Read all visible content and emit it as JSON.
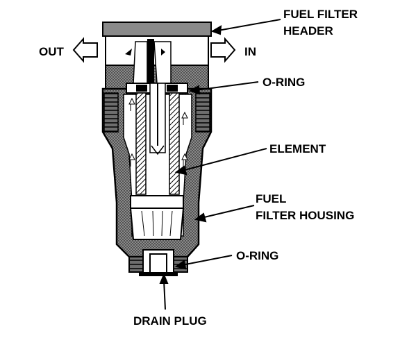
{
  "labels": {
    "fuel_filter_header_1": "FUEL FILTER",
    "fuel_filter_header_2": "HEADER",
    "out": "OUT",
    "in": "IN",
    "o_ring_top": "O-RING",
    "element": "ELEMENT",
    "fuel_filter_housing_1": "FUEL",
    "fuel_filter_housing_2": "FILTER HOUSING",
    "o_ring_bottom": "O-RING",
    "drain_plug": "DRAIN PLUG"
  },
  "colors": {
    "ink": "#000000",
    "body_shade": "#8a8a8a",
    "light_shade": "#d9d9d9",
    "paper": "#ffffff"
  }
}
